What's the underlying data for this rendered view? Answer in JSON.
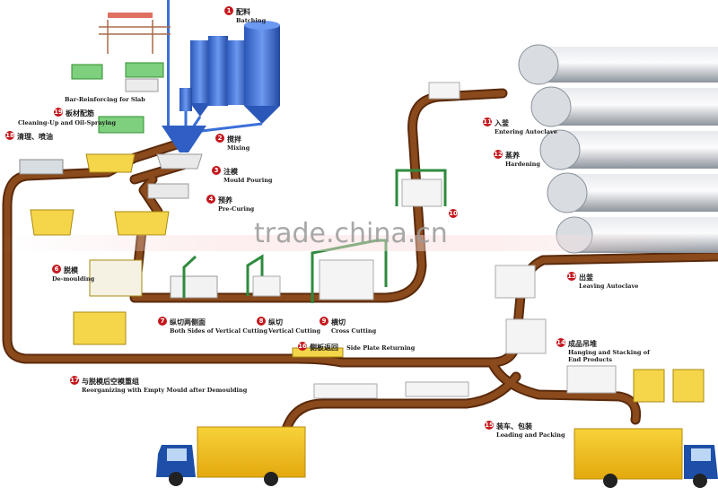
{
  "watermark": "trade.china.cn",
  "colors": {
    "belt": "#7a3d16",
    "belt_edge": "#5a2a0c",
    "step_badge": "#c4161c",
    "mould": "#f5d64a",
    "truck_cargo": "#f4c51a",
    "truck_cab": "#1e4fa8",
    "silo": "#3b6fd8"
  },
  "steps": [
    {
      "num": "1",
      "cn": "配料",
      "en": "Batching"
    },
    {
      "num": "2",
      "cn": "搅拌",
      "en": "Mixing"
    },
    {
      "num": "3",
      "cn": "注模",
      "en": "Mould Pouring"
    },
    {
      "num": "4",
      "cn": "预养",
      "en": "Pre-Curing"
    },
    {
      "num": "6",
      "cn": "脱模",
      "en": "De-moulding"
    },
    {
      "num": "7",
      "cn": "纵切两侧面",
      "en": "Both Sides of Vertical Cutting"
    },
    {
      "num": "8",
      "cn": "纵切",
      "en": "Vertical Cutting"
    },
    {
      "num": "9",
      "cn": "横切",
      "en": "Cross Cutting"
    },
    {
      "num": "10",
      "cn": "",
      "en": ""
    },
    {
      "num": "11",
      "cn": "入釜",
      "en": "Entering Autoclave"
    },
    {
      "num": "12",
      "cn": "蒸养",
      "en": "Hardening"
    },
    {
      "num": "13",
      "cn": "出釜",
      "en": "Leaving Autoclave"
    },
    {
      "num": "14",
      "cn": "成品吊堆",
      "en": "Hanging and Stacking of End Products"
    },
    {
      "num": "15",
      "cn": "装车、包装",
      "en": "Loading and Packing"
    },
    {
      "num": "16",
      "cn": "侧板返回",
      "en": "Side Plate Returning"
    },
    {
      "num": "17",
      "cn": "与脱模后空模重组",
      "en": "Reorganizing with Empty Mould after Demoulding"
    },
    {
      "num": "18",
      "cn": "清理、喷油",
      "en": "Cleaning-Up and Oil-Spraying"
    },
    {
      "num": "19",
      "cn": "板材配筋",
      "en": "Bar-Reinforcing for Slab"
    }
  ]
}
